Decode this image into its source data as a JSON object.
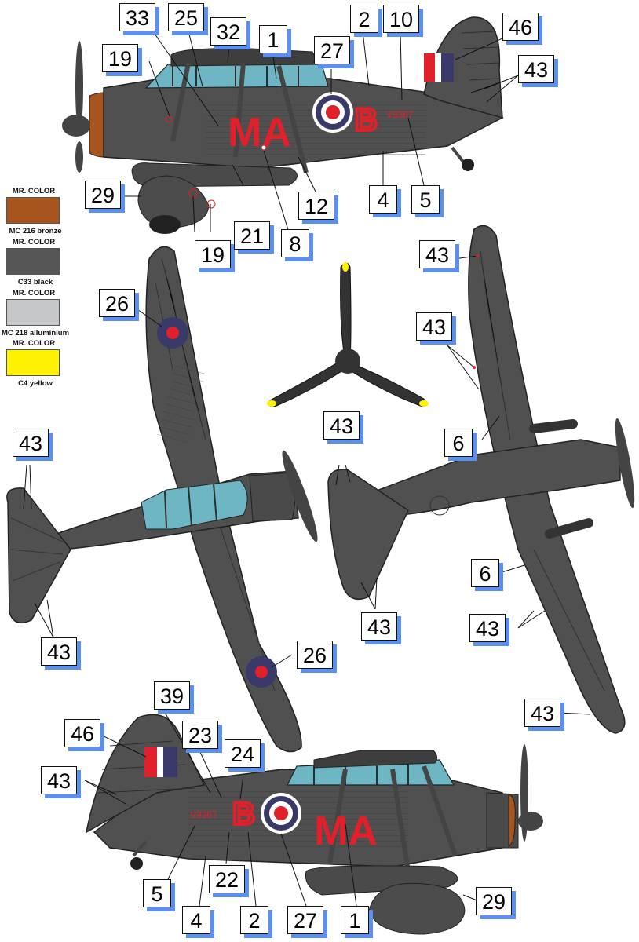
{
  "legend": {
    "header": "MR. COLOR",
    "swatches": [
      {
        "name": "MC 216 bronze",
        "color": "#a8541e"
      },
      {
        "name": "C33 black",
        "color": "#555555"
      },
      {
        "name": "MC 218 alluminium",
        "color": "#c6c7c9"
      },
      {
        "name": "C4 yellow",
        "color": "#fff200"
      }
    ]
  },
  "colors": {
    "airframe": "#505050",
    "panel_line": "#2e2e2e",
    "glazing": "#6fb6c4",
    "roundel_blue": "#3a3a6a",
    "roundel_red": "#e0202a",
    "code_red": "#e0202a",
    "bronze": "#a8541e",
    "shadow": "#5b8ff0"
  },
  "markings": {
    "squadron_code": "MA",
    "individual_letter": "B",
    "serial": "V9367"
  },
  "callouts": {
    "top": [
      "33",
      "25",
      "32",
      "1",
      "27",
      "2",
      "10",
      "46",
      "43",
      "19",
      "29",
      "19",
      "21",
      "8",
      "12",
      "4",
      "5"
    ],
    "plan": [
      "26",
      "26",
      "43",
      "43",
      "43",
      "43",
      "43",
      "6",
      "6",
      "43",
      "43"
    ],
    "bottom": [
      "39",
      "46",
      "23",
      "24",
      "43",
      "5",
      "22",
      "4",
      "2",
      "27",
      "1",
      "29"
    ]
  }
}
